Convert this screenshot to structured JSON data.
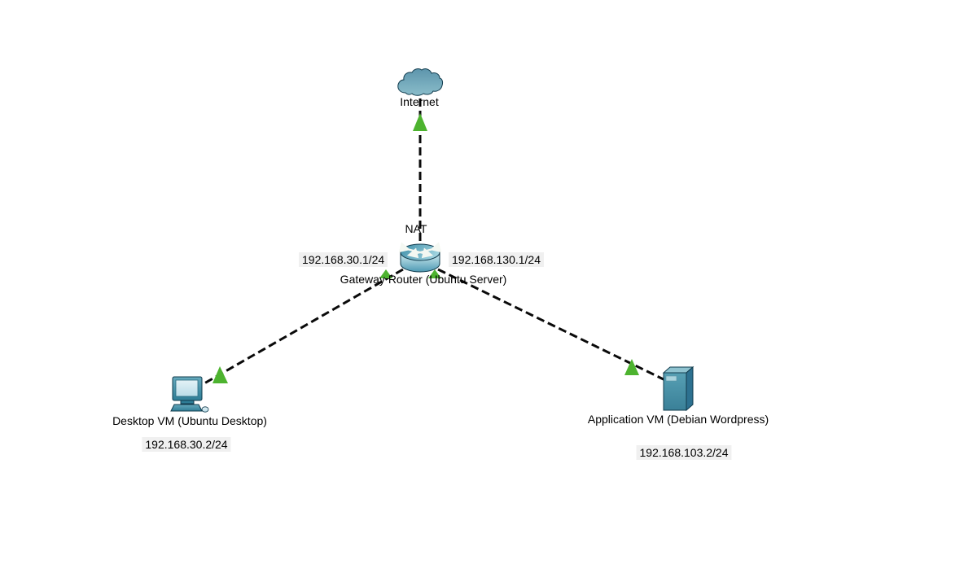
{
  "nodes": {
    "internet": {
      "label": "Internet",
      "icon": "cloud-icon"
    },
    "gateway_router": {
      "label_top": "NAT",
      "label": "Gateway Router (Ubuntu Server)",
      "ip_left": "192.168.30.1/24",
      "ip_right": "192.168.130.1/24",
      "icon": "router-icon"
    },
    "desktop_vm": {
      "label": "Desktop VM (Ubuntu Desktop)",
      "ip": "192.168.30.2/24",
      "icon": "desktop-icon"
    },
    "application_vm": {
      "label": "Application VM (Debian Wordpress)",
      "ip": "192.168.103.2/24",
      "icon": "server-icon"
    }
  },
  "links": [
    {
      "from": "internet",
      "to": "gateway_router",
      "status": "up"
    },
    {
      "from": "gateway_router",
      "to": "desktop_vm",
      "status": "up"
    },
    {
      "from": "gateway_router",
      "to": "application_vm",
      "status": "up"
    }
  ],
  "colors": {
    "canvas_background": "#ffffff",
    "link_line": "#0a0a0a",
    "status_up": "#4db32f",
    "device_teal": "#4a93aa",
    "note_background": "#f0f0f0",
    "label_text": "#000000"
  }
}
